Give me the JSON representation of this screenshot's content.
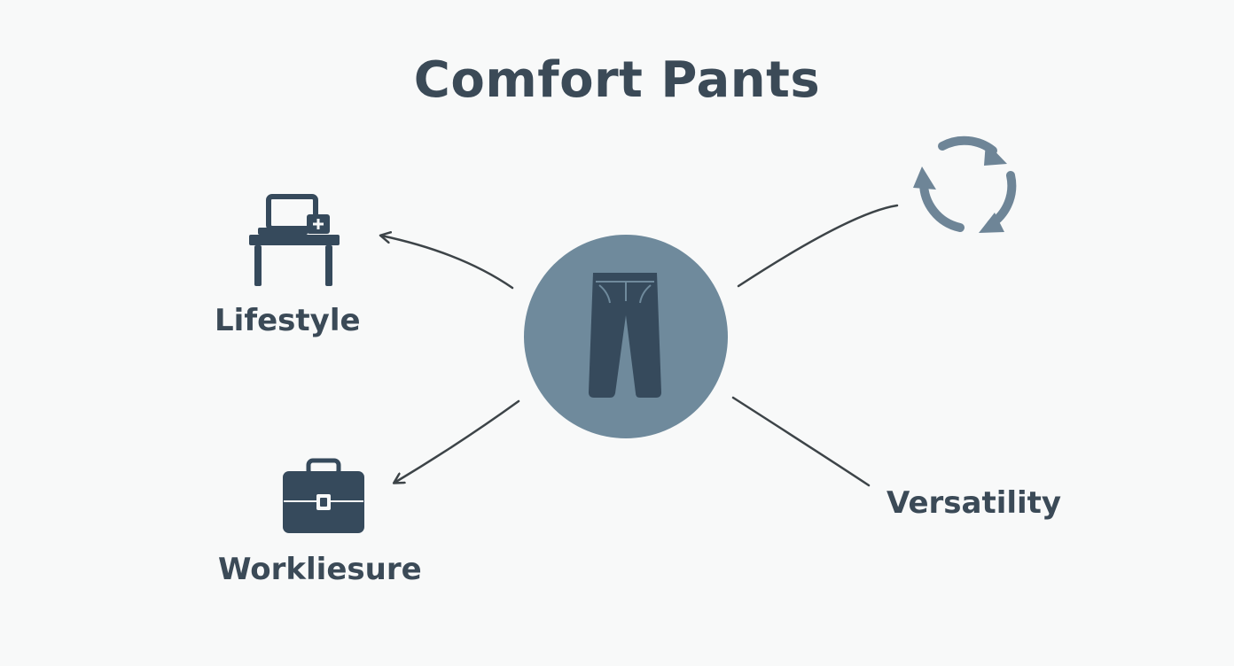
{
  "title": "Comfort Pants",
  "nodes": {
    "center": {
      "icon": "pants-icon"
    },
    "lifestyle": {
      "label": "Lifestyle",
      "icon": "desk-computer-icon"
    },
    "workleisure": {
      "label": "Workliesure",
      "icon": "briefcase-icon"
    },
    "versatility": {
      "label": "Versatility",
      "icon": "refresh-cycle-icon"
    }
  },
  "colors": {
    "background": "#f8f9f9",
    "text": "#3b4a57",
    "icon_dark": "#364a5c",
    "hub_fill": "#6f8a9c",
    "cycle_icon": "#6e8597",
    "connector": "#3d4448"
  }
}
